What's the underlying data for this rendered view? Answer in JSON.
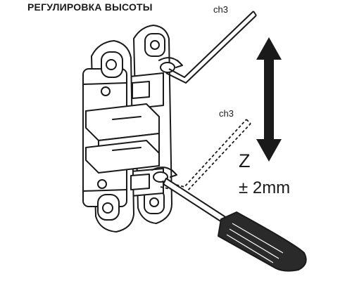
{
  "title": "РЕГУЛИРОВКА ВЫСОТЫ",
  "labels": {
    "hex_key_top": "ch3",
    "hex_key_mid": "ch3",
    "axis": "Z",
    "tolerance": "± 2mm"
  },
  "colors": {
    "line": "#1a1a1a",
    "fill": "#ffffff",
    "screwdriver_handle": "#2a2a2a",
    "arrow": "#1a1a1a"
  },
  "icons": {
    "up_down_arrow": "vertical-double-arrow",
    "hinge": "concealed-3d-door-hinge",
    "hex_key": "allen-key",
    "screwdriver": "screwdriver"
  }
}
